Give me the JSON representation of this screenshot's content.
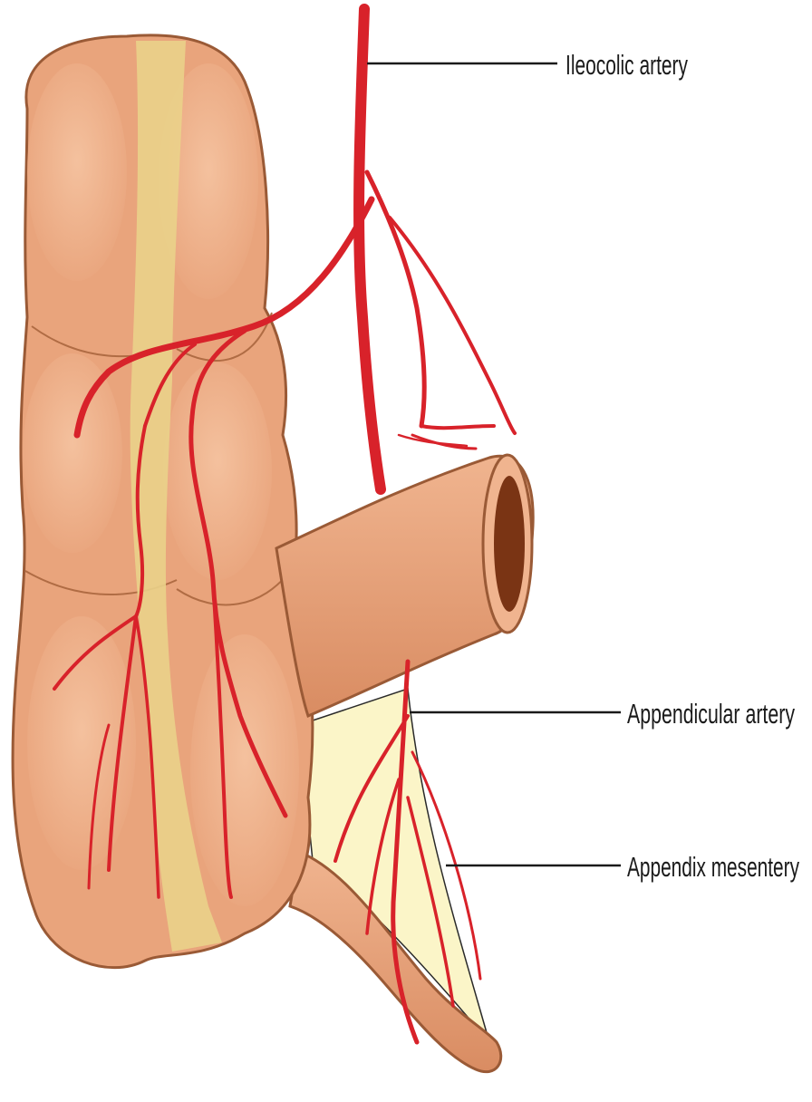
{
  "diagram": {
    "labels": {
      "ileocolic_artery": "Ileocolic artery",
      "appendicular_artery": "Appendicular artery",
      "appendix_mesentery": "Appendix mesentery"
    },
    "colors": {
      "colon": "#e9a47c",
      "colon_highlight": "#f3c0a0",
      "colon_outline": "#9a5a36",
      "taenia": "#ead28a",
      "artery": "#d8222a",
      "mesentery": "#fbf5c8",
      "lumen": "#7a3414"
    }
  }
}
